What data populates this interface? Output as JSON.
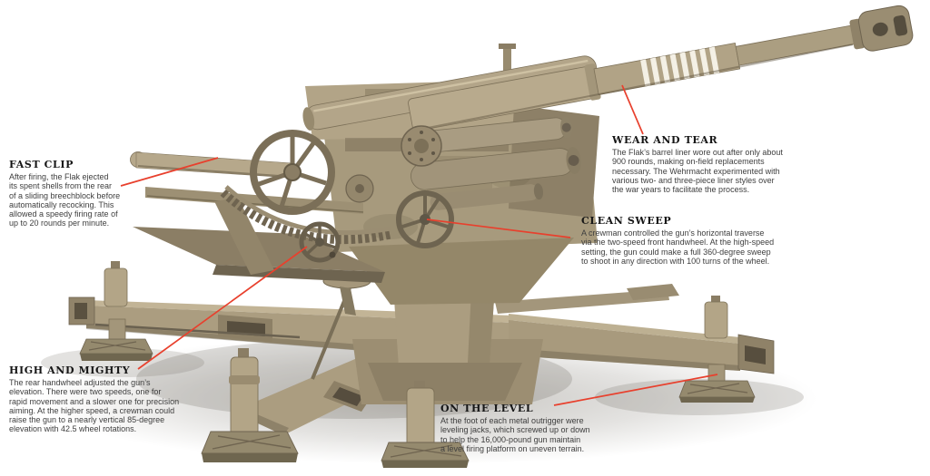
{
  "illustration": {
    "subject": "German 88mm Flak anti-aircraft gun, 3D cutaway-style render in desert tan"
  },
  "colors": {
    "background": "#ffffff",
    "leader_line": "#e8402d",
    "heading_text": "#161616",
    "body_text": "#3e3e3e",
    "metal_light": "#c7ba9d",
    "metal_base": "#b0a284",
    "metal_mid": "#9a8c70",
    "metal_dark": "#7e7157",
    "kill_ring_white": "#f4f0e5"
  },
  "annotations": [
    {
      "id": "fast-clip",
      "title": "FAST CLIP",
      "body_lines": [
        "After firing, the Flak ejected",
        "its spent shells from the rear",
        "of a sliding breechblock before",
        "automatically recocking. This",
        "allowed a speedy firing rate of",
        "up to 20 rounds per minute."
      ]
    },
    {
      "id": "wear-and-tear",
      "title": "WEAR AND TEAR",
      "body_lines": [
        "The Flak’s barrel liner wore out after only about",
        "900 rounds, making on-field replacements",
        "necessary. The Wehrmacht experimented with",
        "various two- and three-piece liner styles over",
        "the war years to facilitate the process."
      ]
    },
    {
      "id": "clean-sweep",
      "title": "CLEAN SWEEP",
      "body_lines": [
        "A crewman controlled the gun’s horizontal traverse",
        "via the two-speed front handwheel. At the high-speed",
        "setting, the gun could make a full 360-degree sweep",
        "to shoot in any direction with 100 turns of the wheel."
      ]
    },
    {
      "id": "high-and-mighty",
      "title": "HIGH AND MIGHTY",
      "body_lines": [
        "The rear handwheel adjusted the gun’s",
        "elevation. There were two speeds, one for",
        "rapid movement and a slower one for precision",
        "aiming. At the higher speed, a crewman could",
        "raise the gun to a nearly vertical 85-degree",
        "elevation with 42.5 wheel rotations."
      ]
    },
    {
      "id": "on-the-level",
      "title": "ON THE LEVEL",
      "body_lines": [
        "At the foot of each metal outrigger were",
        "leveling jacks, which screwed up or down",
        "to help the 16,000-pound gun maintain",
        "a level firing platform on uneven terrain."
      ]
    }
  ]
}
